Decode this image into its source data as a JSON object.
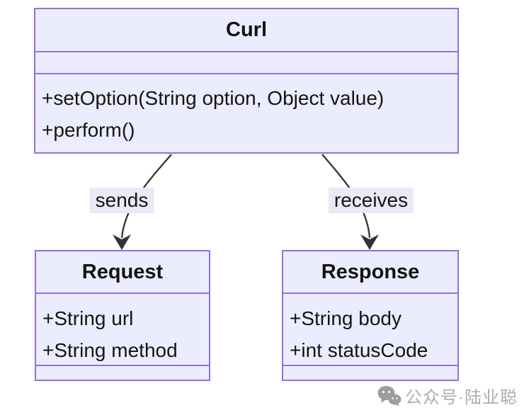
{
  "diagram": {
    "type": "uml-class-diagram",
    "classes": [
      {
        "name": "Curl",
        "attributes": [],
        "methods": [
          "+setOption(String option, Object value)",
          "+perform()"
        ]
      },
      {
        "name": "Request",
        "attributes": [
          "+String url",
          "+String method"
        ],
        "methods": []
      },
      {
        "name": "Response",
        "attributes": [
          "+String body",
          "+int statusCode"
        ],
        "methods": []
      }
    ],
    "edges": [
      {
        "from": "Curl",
        "to": "Request",
        "label": "sends"
      },
      {
        "from": "Curl",
        "to": "Response",
        "label": "receives"
      }
    ],
    "colors": {
      "node_fill": "#ECECFF",
      "node_border": "#9370DB",
      "edge_line": "#333333",
      "text": "#141414",
      "edge_label_bg": "#E9E9F8",
      "background": "#FFFFFF",
      "watermark": "#ADADAD"
    }
  },
  "watermark": {
    "icon": "wechat-icon",
    "text": "公众号·陆业聪"
  }
}
